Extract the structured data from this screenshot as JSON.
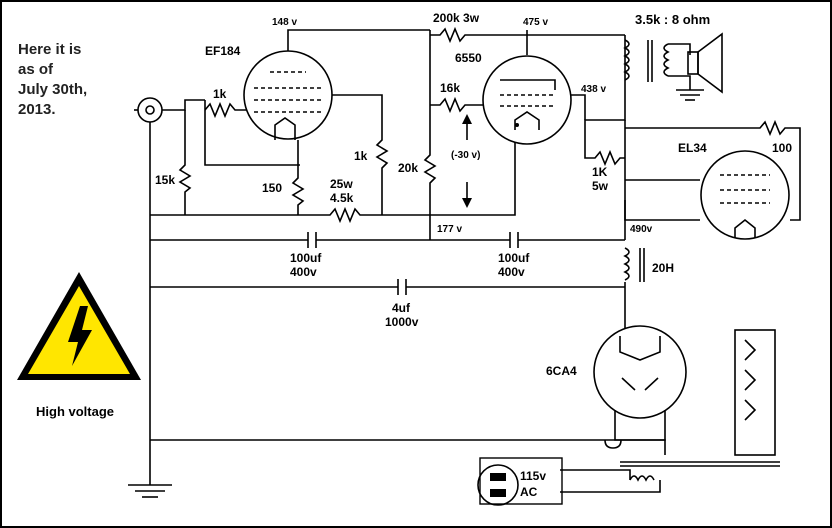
{
  "note": {
    "line1": "Here it is",
    "line2": "as of",
    "line3": "July 30th,",
    "line4": "2013."
  },
  "warning": {
    "label": "High voltage",
    "colors": {
      "fill": "#ffe600",
      "stroke": "#000000"
    }
  },
  "tubes": {
    "ef184": "EF184",
    "t6550": "6550",
    "el34": "EL34",
    "t6ca4": "6CA4"
  },
  "voltages": {
    "v148": "148 v",
    "v475": "475 v",
    "v438": "438 v",
    "v177": "177 v",
    "v490": "490v",
    "vneg30": "(-30 v)"
  },
  "resistors": {
    "r1k_grid": "1k",
    "r15k": "15k",
    "r150": "150",
    "r1k_plate": "1k",
    "r25w": "25w",
    "r45k": "4.5k",
    "r20k": "20k",
    "r16k": "16k",
    "r200k": "200k 3w",
    "r1K": "1K",
    "r5w": "5w",
    "r100": "100"
  },
  "caps": {
    "c1a": "100uf",
    "c1b": "400v",
    "c2a": "100uf",
    "c2b": "400v",
    "c3a": "4uf",
    "c3b": "1000v"
  },
  "transformer": "3.5k : 8 ohm",
  "choke": "20H",
  "mains": {
    "v": "115v",
    "ac": "AC"
  }
}
